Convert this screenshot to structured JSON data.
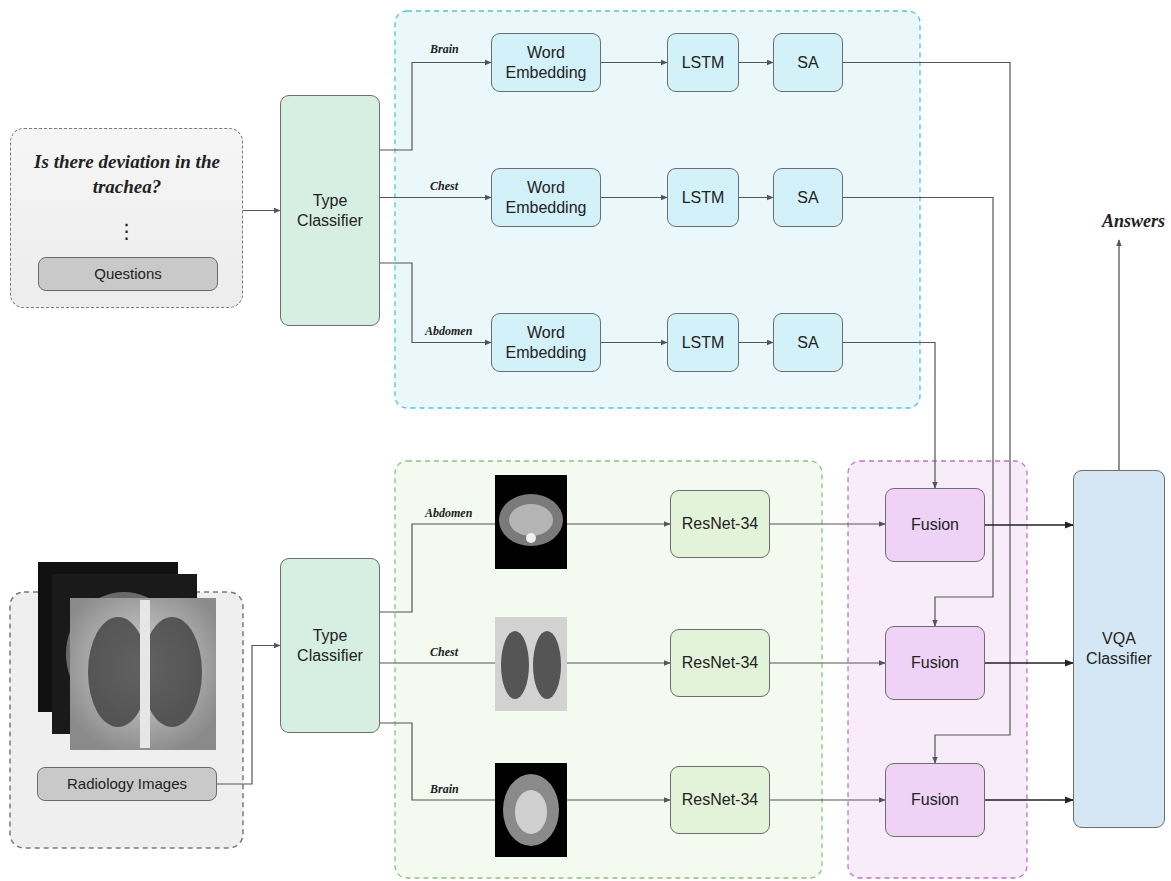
{
  "diagram": {
    "nodes": [
      {
        "text": [
          "Is there deviation in the trachea?",
          "⋮"
        ]
      },
      {
        "text": [
          "Questions"
        ],
        "in": 0
      },
      {
        "text": [
          "Type Classifier"
        ]
      },
      {
        "text": [
          "Word Embedding"
        ]
      },
      {
        "text": [
          "LSTM"
        ]
      },
      {
        "text": [
          "SA"
        ]
      },
      {
        "text": [
          "Word Embedding"
        ]
      },
      {
        "text": [
          "LSTM"
        ]
      },
      {
        "text": [
          "SA"
        ]
      },
      {
        "text": [
          "Word Embedding"
        ]
      },
      {
        "text": [
          "LSTM"
        ]
      },
      {
        "text": [
          "SA"
        ]
      },
      {
        "text": [
          "Radiology Images"
        ]
      },
      {
        "text": [
          "Type Classifier"
        ]
      },
      {
        "text": [
          "ResNet-34"
        ]
      },
      {
        "text": [
          "ResNet-34"
        ]
      },
      {
        "text": [
          "ResNet-34"
        ]
      },
      {
        "text": [
          "Fusion"
        ]
      },
      {
        "text": [
          "Fusion"
        ]
      },
      {
        "text": [
          "Fusion"
        ]
      },
      {
        "text": [
          "VQA Classifier"
        ]
      }
    ],
    "edges": [
      {
        "from": 0,
        "to": 2,
        "arrow": "to"
      },
      {
        "from": 2,
        "to": 3,
        "label": "Brain",
        "arrow": "to"
      },
      {
        "from": 2,
        "to": 6,
        "label": "Chest",
        "arrow": "to"
      },
      {
        "from": 2,
        "to": 9,
        "label": "Abdomen",
        "arrow": "to"
      },
      {
        "from": 3,
        "to": 4,
        "arrow": "to"
      },
      {
        "from": 4,
        "to": 5,
        "arrow": "to"
      },
      {
        "from": 6,
        "to": 7,
        "arrow": "to"
      },
      {
        "from": 7,
        "to": 8,
        "arrow": "to"
      },
      {
        "from": 9,
        "to": 10,
        "arrow": "to"
      },
      {
        "from": 10,
        "to": 11,
        "arrow": "to"
      },
      {
        "from": 5,
        "to": 19,
        "arrow": "to"
      },
      {
        "from": 8,
        "to": 18,
        "arrow": "to"
      },
      {
        "from": 11,
        "to": 17,
        "arrow": "to"
      },
      {
        "from": 12,
        "to": 13,
        "arrow": "to"
      },
      {
        "from": 13,
        "to": 14,
        "label": "Abdomen",
        "arrow": "to"
      },
      {
        "from": 13,
        "to": 15,
        "label": "Chest",
        "arrow": "to"
      },
      {
        "from": 13,
        "to": 16,
        "label": "Brain",
        "arrow": "to"
      },
      {
        "from": 14,
        "to": 17,
        "arrow": "to"
      },
      {
        "from": 15,
        "to": 18,
        "arrow": "to"
      },
      {
        "from": 16,
        "to": 19,
        "arrow": "to"
      },
      {
        "from": 17,
        "to": 20,
        "arrow": "to"
      },
      {
        "from": 18,
        "to": 20,
        "arrow": "to"
      },
      {
        "from": 19,
        "to": 20,
        "arrow": "to"
      }
    ],
    "labels": [
      "Answers"
    ]
  }
}
